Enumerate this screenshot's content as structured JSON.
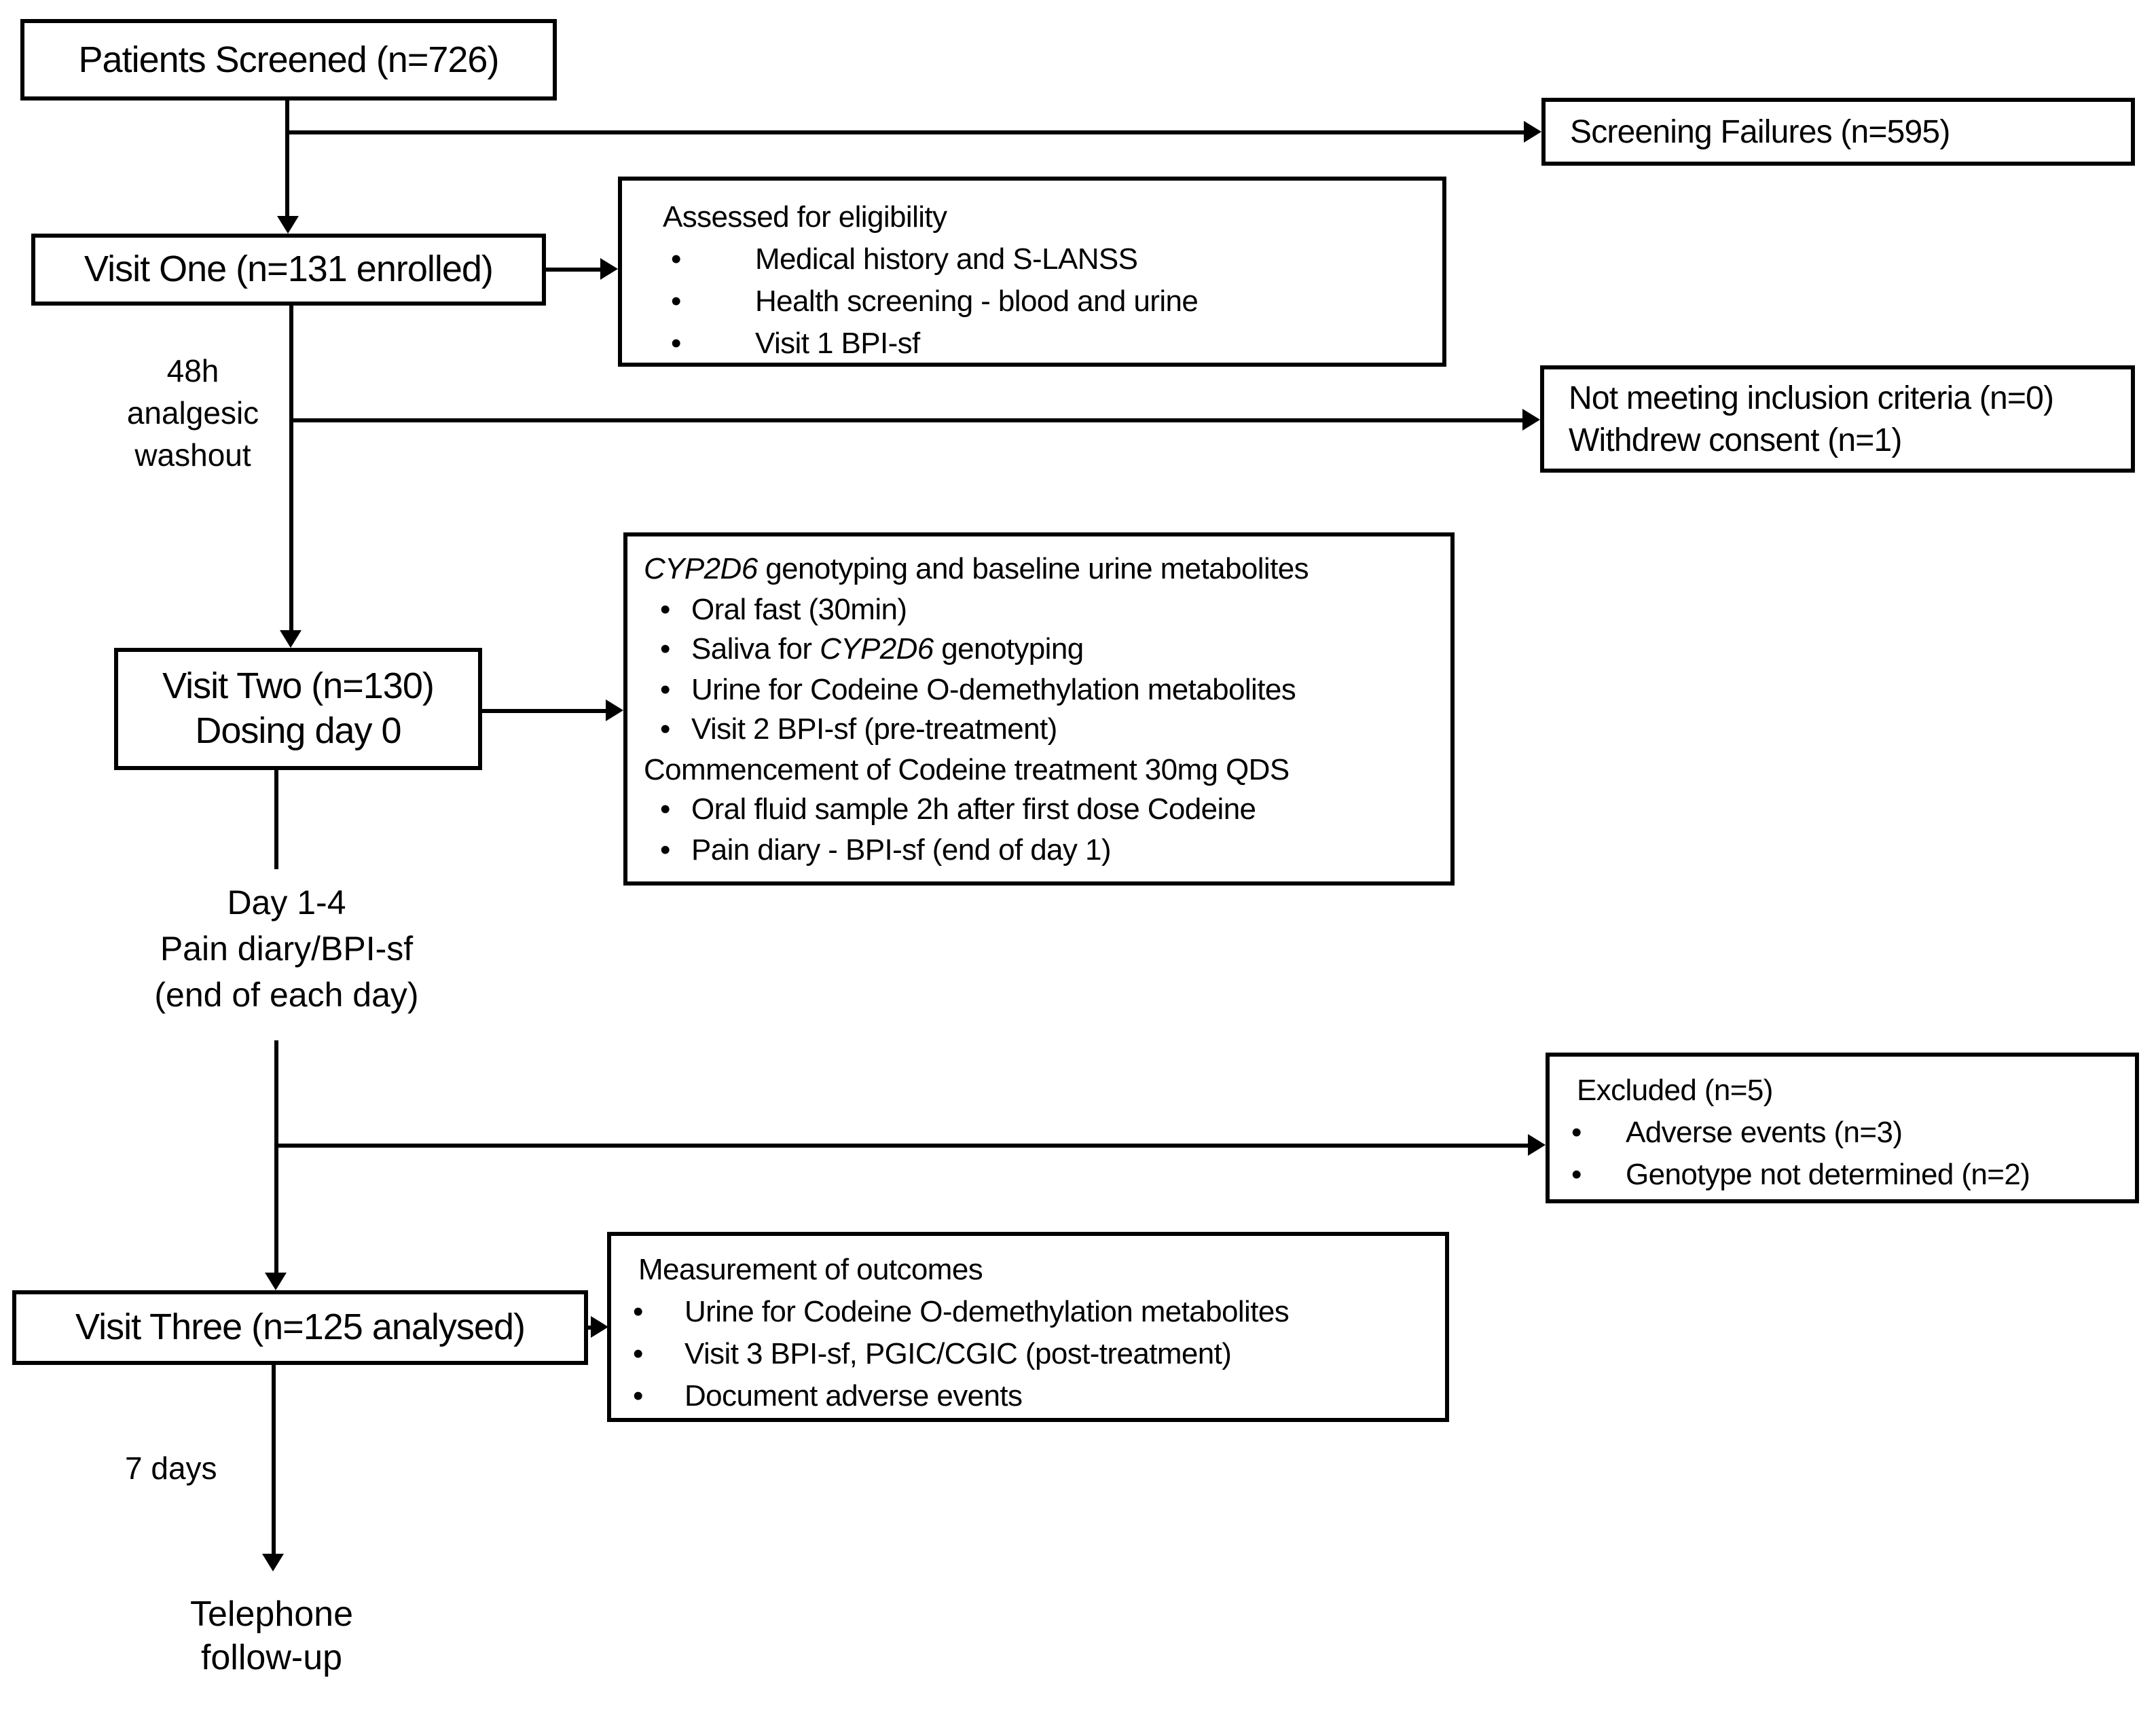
{
  "chars": {
    "bullet": "•"
  },
  "colors": {
    "line": "#000000",
    "background": "#ffffff",
    "text": "#000000"
  },
  "boxes": {
    "patients_screened": {
      "label": "Patients Screened (n=726)"
    },
    "screening_failures": {
      "label": "Screening Failures (n=595)"
    },
    "visit_one": {
      "label": "Visit One (n=131 enrolled)"
    },
    "assessed": {
      "title": "Assessed for eligibility",
      "bullets": [
        "Medical history and S-LANSS",
        "Health screening - blood and urine",
        "Visit 1 BPI-sf"
      ]
    },
    "not_meeting": {
      "lines": [
        "Not meeting inclusion criteria (n=0)",
        "Withdrew consent (n=1)"
      ]
    },
    "visit_two": {
      "lines": [
        "Visit Two (n=130)",
        "Dosing day 0"
      ]
    },
    "cyp": {
      "title_italic": "CYP2D6",
      "title_rest": " genotyping and baseline urine metabolites",
      "b1": "Oral fast (30min)",
      "b2_pre": "Saliva for ",
      "b2_italic": "CYP2D6",
      "b2_post": " genotyping",
      "b3": "Urine for Codeine O-demethylation metabolites",
      "b4": "Visit 2 BPI-sf (pre-treatment)",
      "mid": "Commencement of Codeine treatment 30mg QDS",
      "b5": "Oral fluid sample 2h after first dose Codeine",
      "b6": "Pain diary - BPI-sf (end of day 1)"
    },
    "excluded": {
      "title": "Excluded (n=5)",
      "bullets": [
        "Adverse events (n=3)",
        "Genotype not determined (n=2)"
      ]
    },
    "visit_three": {
      "label": "Visit Three (n=125 analysed)"
    },
    "measurement": {
      "title": "Measurement of outcomes",
      "bullets": [
        "Urine for Codeine O-demethylation metabolites",
        "Visit 3 BPI-sf, PGIC/CGIC (post-treatment)",
        "Document adverse events"
      ]
    }
  },
  "labels": {
    "washout": {
      "lines": [
        "48h",
        "analgesic",
        "washout"
      ]
    },
    "day_1_4": {
      "lines": [
        "Day 1-4",
        "Pain diary/BPI-sf",
        "(end of each day)"
      ]
    },
    "seven_days": "7 days",
    "telephone": {
      "lines": [
        "Telephone",
        "follow-up"
      ]
    }
  }
}
